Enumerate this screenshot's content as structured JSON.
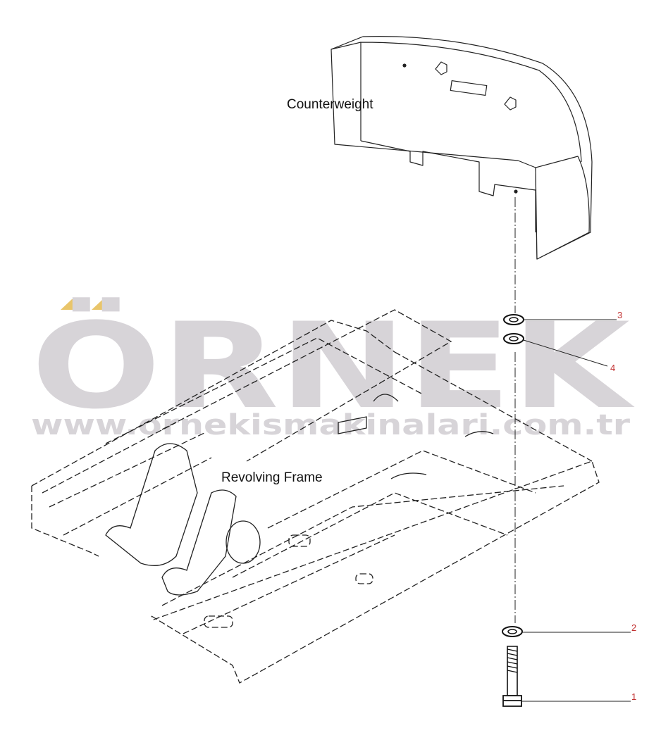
{
  "watermark": {
    "brand": "ÖRNEK",
    "url": "www.ornekismakinalari.com.tr",
    "color": "#d7d4d8",
    "accent": "#e9c56a"
  },
  "labels": {
    "counterweight": "Counterweight",
    "revolving_frame": "Revolving Frame"
  },
  "callouts": [
    "1",
    "2",
    "3",
    "4"
  ],
  "callout_color": "#c23030"
}
